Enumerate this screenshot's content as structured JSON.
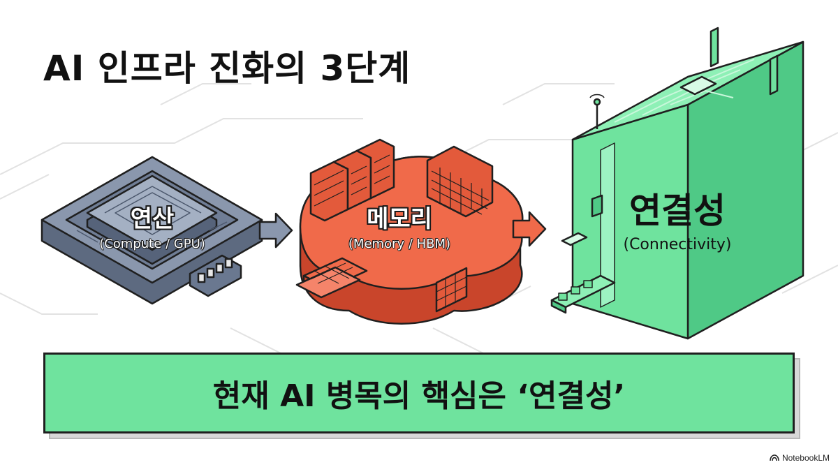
{
  "title": "AI 인프라 진화의 3단계",
  "stages": [
    {
      "name": "연산",
      "subtitle": "(Compute / GPU)",
      "color": "#8a97ad"
    },
    {
      "name": "메모리",
      "subtitle": "(Memory / HBM)",
      "color": "#f06a4a"
    },
    {
      "name": "연결성",
      "subtitle": "(Connectivity)",
      "color": "#6fe39e"
    }
  ],
  "banner": {
    "text": "현재 AI 병목의 핵심은 ‘연결성’",
    "color": "#6fe39e"
  },
  "branding": {
    "text": "NotebookLM",
    "icon": "notebooklm-logo-icon"
  }
}
